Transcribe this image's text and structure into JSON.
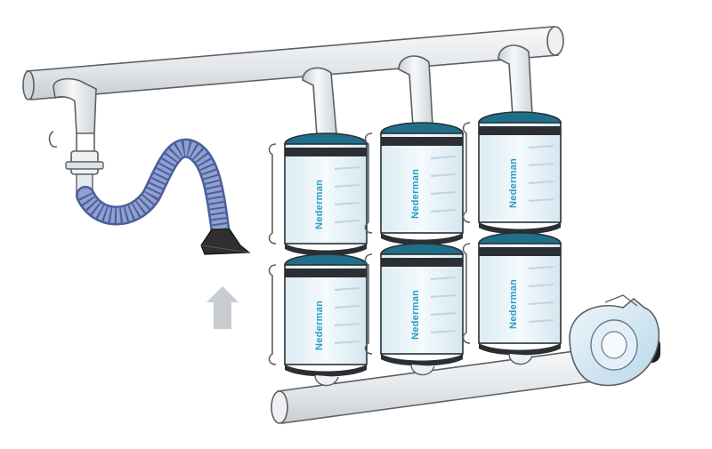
{
  "brand": {
    "name": "Nederman"
  },
  "colors": {
    "pipe_fill": "#e9ecef",
    "pipe_stroke": "#5b6066",
    "hose": "#7f90c4",
    "hose_dark": "#4e5e99",
    "filter_body": "#eaf4fa",
    "filter_band": "#1f6f8a",
    "filter_band_dark": "#2b2f33",
    "brand_text": "#2a9cc0",
    "fan_fill": "#dcecf7",
    "arrow": "#c8ccd0",
    "hood": "#2f2f2f"
  },
  "icons": {
    "airflow_arrow": "up-arrow-icon",
    "fan": "centrifugal-fan-icon",
    "hood": "extraction-hood-icon"
  },
  "filter_grid": {
    "columns": 3,
    "rows": 2
  }
}
